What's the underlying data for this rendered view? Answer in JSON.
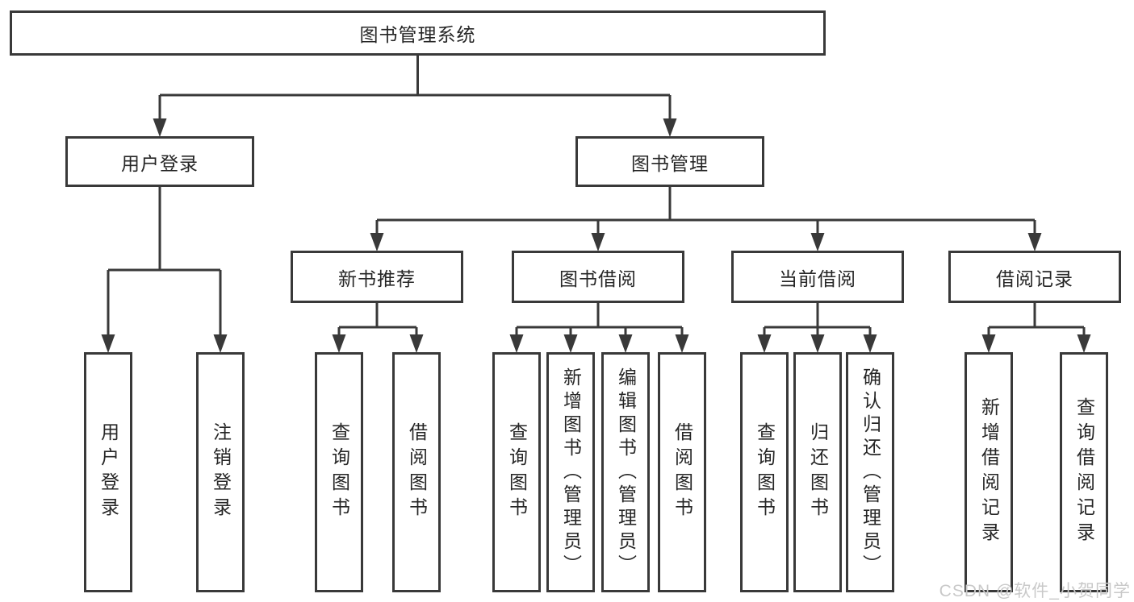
{
  "boxes": {
    "root": "图书管理系统",
    "user_login": "用户登录",
    "book_management": "图书管理",
    "new_book_recommend": "新书推荐",
    "book_borrowing": "图书借阅",
    "current_borrowing": "当前借阅",
    "borrowing_records": "借阅记录",
    "user_login_leaf": "用户登录",
    "logout_leaf": "注销登录",
    "recommend_query_books": "查询图书",
    "recommend_borrow_books": "借阅图书",
    "borrowing_query_books": "查询图书",
    "borrowing_add_book_admin": "新增图书（管理员）",
    "borrowing_edit_book_admin": "编辑图书（管理员）",
    "borrowing_borrow_books": "借阅图书",
    "current_query_books": "查询图书",
    "current_return_book": "归还图书",
    "current_confirm_return_admin": "确认归还（管理员）",
    "records_add_record": "新增借阅记录",
    "records_query_record": "查询借阅记录"
  },
  "colors": {
    "line": "#393939",
    "text": "#262626",
    "watermark": "#c9c9c9"
  },
  "watermark": "CSDN @软件_小贺同学"
}
